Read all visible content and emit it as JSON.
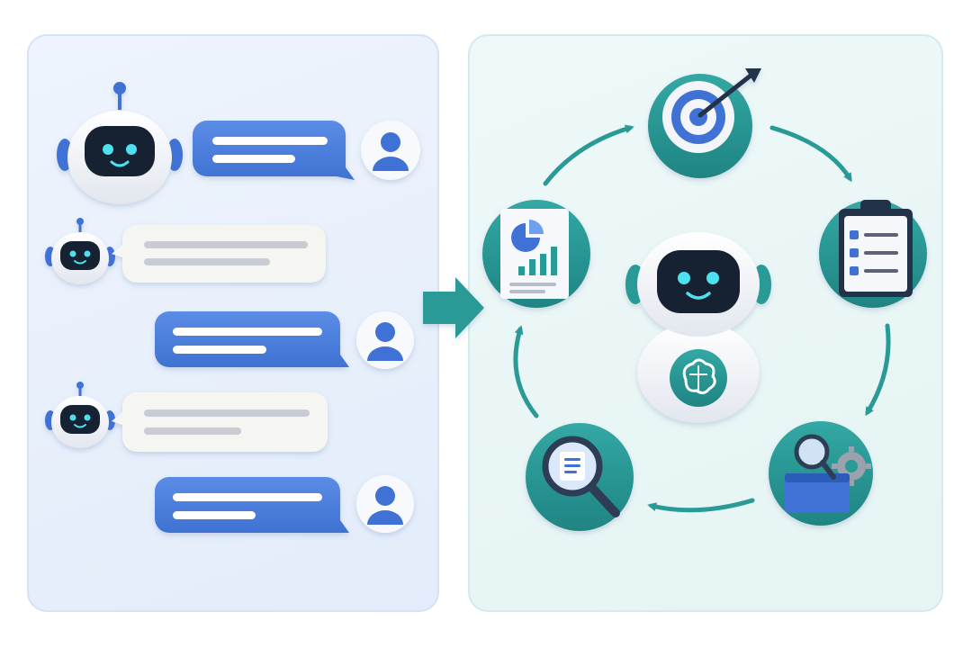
{
  "colors": {
    "left_panel_bg": "#e6eefb",
    "right_panel_bg": "#e9f6f6",
    "user_bubble": "#4f80dc",
    "bot_bubble": "#f5f5f1",
    "teal": "#2a9a97",
    "teal_dark": "#1f7e83",
    "bot_face": "#162233",
    "bot_eyes": "#4fe0f0",
    "bot_ears": "#3f72d6"
  },
  "conversation": {
    "messages": [
      {
        "sender": "user",
        "lines": 2
      },
      {
        "sender": "bot",
        "lines": 2
      },
      {
        "sender": "user",
        "lines": 2
      },
      {
        "sender": "bot",
        "lines": 2
      },
      {
        "sender": "user",
        "lines": 2
      }
    ]
  },
  "transition": {
    "icon": "arrow-right-icon"
  },
  "agent_cycle": {
    "center": {
      "icon": "robot-brain-icon"
    },
    "steps": [
      {
        "icon": "target-goal-icon"
      },
      {
        "icon": "checklist-plan-icon"
      },
      {
        "icon": "toolbox-tools-icon"
      },
      {
        "icon": "magnifier-review-icon"
      },
      {
        "icon": "report-chart-icon"
      }
    ],
    "direction": "clockwise"
  }
}
